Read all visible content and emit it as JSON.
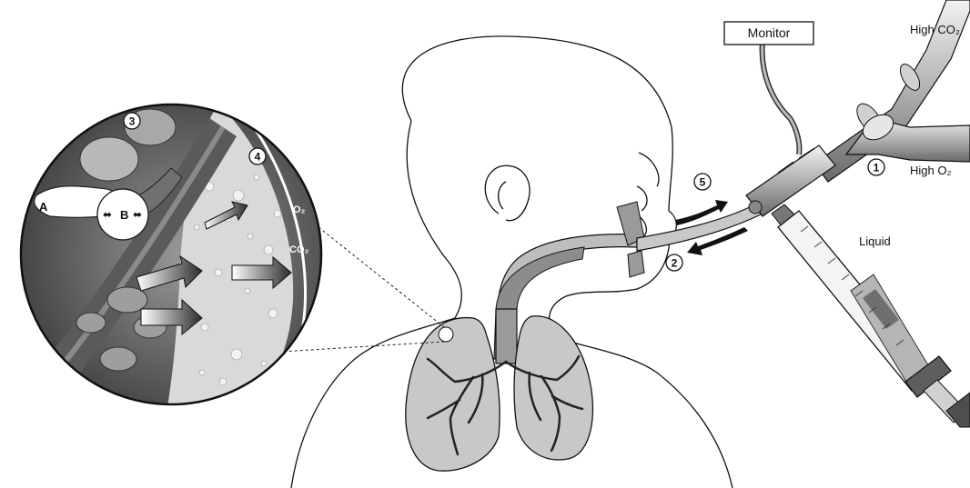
{
  "labels": {
    "monitor": "Monitor",
    "high_co2": "High CO₂",
    "high_o2": "High O₂",
    "liquid": "Liquid",
    "o2": "O₂",
    "co2": "CO₂",
    "a": "A",
    "b": "B"
  },
  "steps": [
    "1",
    "2",
    "3",
    "4",
    "5"
  ],
  "colors": {
    "outline": "#111111",
    "lung_fill": "#c8c8c8",
    "trachea_fill": "#9a9a9a",
    "liquid_fill": "#d9d9d9",
    "tube_fill": "#b5b5b5"
  }
}
